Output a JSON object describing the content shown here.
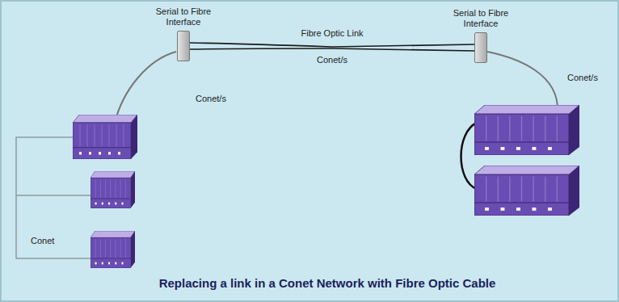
{
  "diagram": {
    "caption": "Replacing a link in a Conet Network with Fibre Optic Cable",
    "nodes": [
      {
        "text": [
          "Serial to Fibre Interface"
        ]
      },
      {
        "text": [
          "Serial to Fibre Interface"
        ]
      }
    ],
    "edges": [
      {
        "from": 0,
        "to": 1,
        "arrow": "none",
        "label": "Fibre Optic Link"
      }
    ],
    "labels": [
      "Conet/s",
      "Conet/s",
      "Conet/s",
      "Conet"
    ]
  }
}
